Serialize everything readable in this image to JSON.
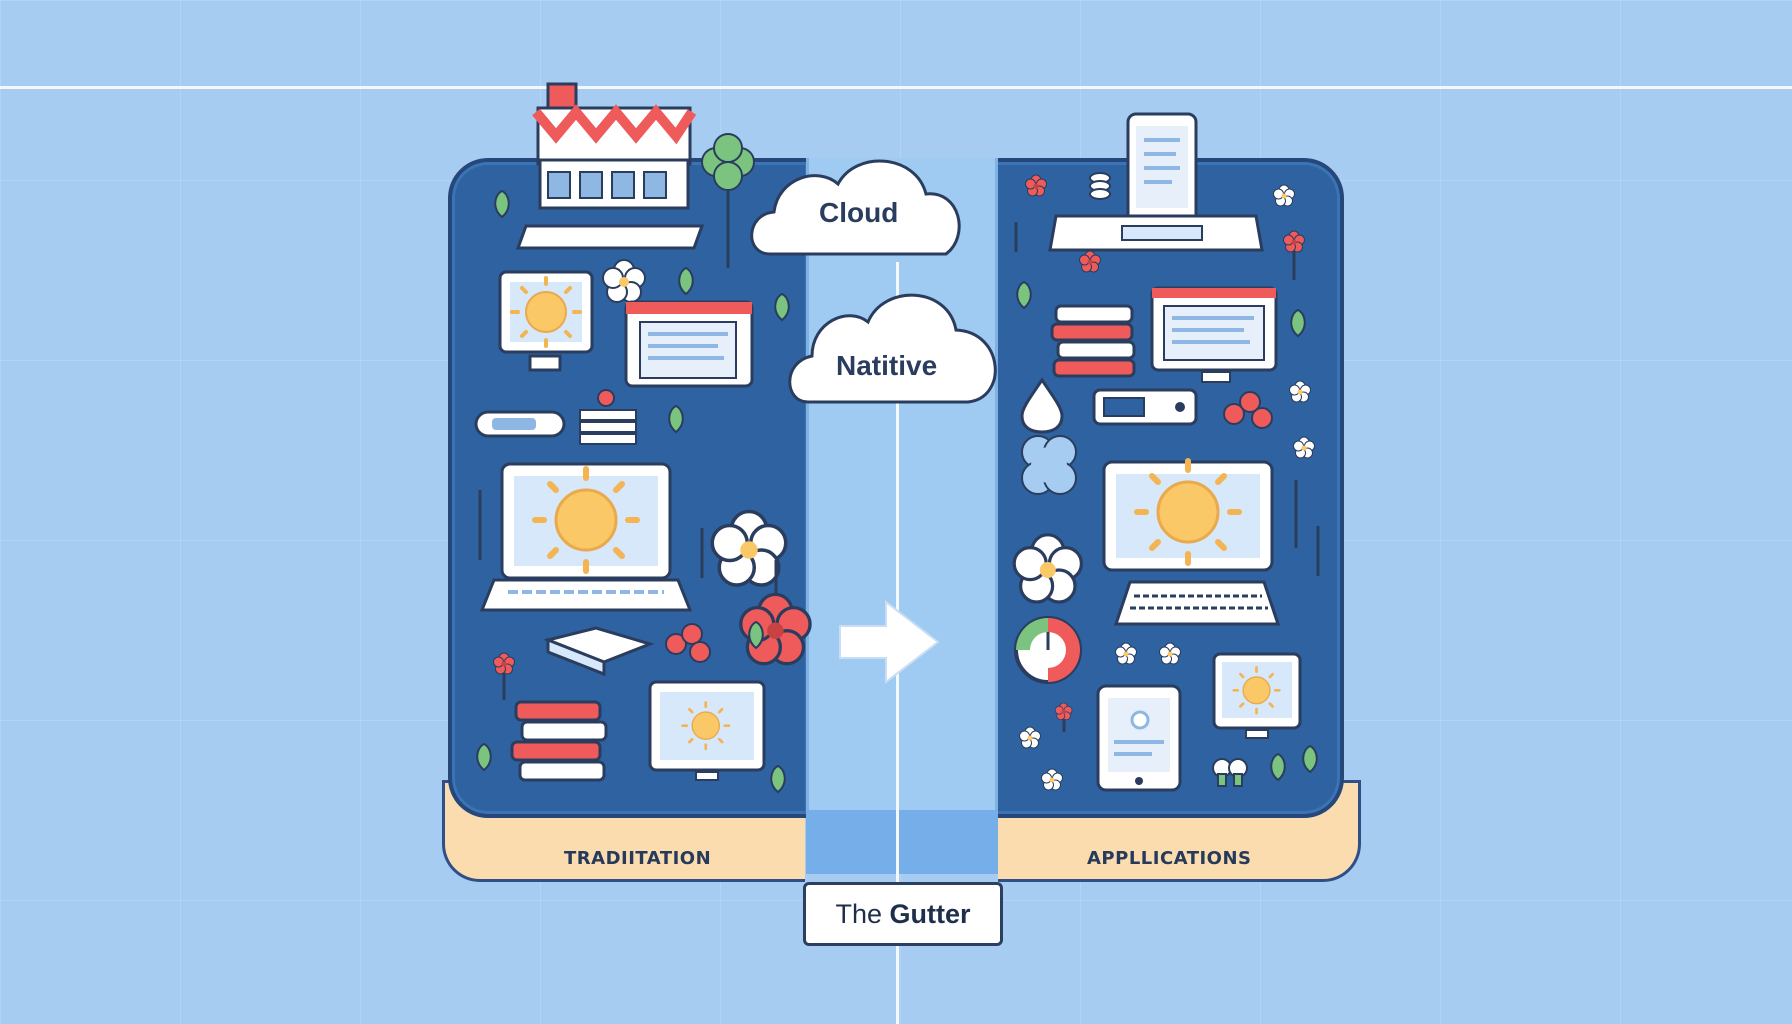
{
  "labels": {
    "cloud_top": "Cloud",
    "cloud_bottom": "Natitive",
    "left_base": "TRADIITATION",
    "right_base": "APPLLICATIONS",
    "gutter_prefix": "The ",
    "gutter_word": "Gutter"
  },
  "colors": {
    "background": "#a6cdf1",
    "panel": "#2f62a1",
    "panel_border": "#27467a",
    "base": "#fbdcae",
    "gutter": "#9fcaf1",
    "accent_red": "#ef5b5b",
    "sun": "#fbc867"
  },
  "icons": [
    "storefront-icon",
    "cloud-icon",
    "laptop-icon",
    "monitor-icon",
    "smartphone-icon",
    "flower-icon",
    "book-stack-icon",
    "arrow-right-icon",
    "sun-icon",
    "pie-chart-icon",
    "tablet-icon"
  ]
}
